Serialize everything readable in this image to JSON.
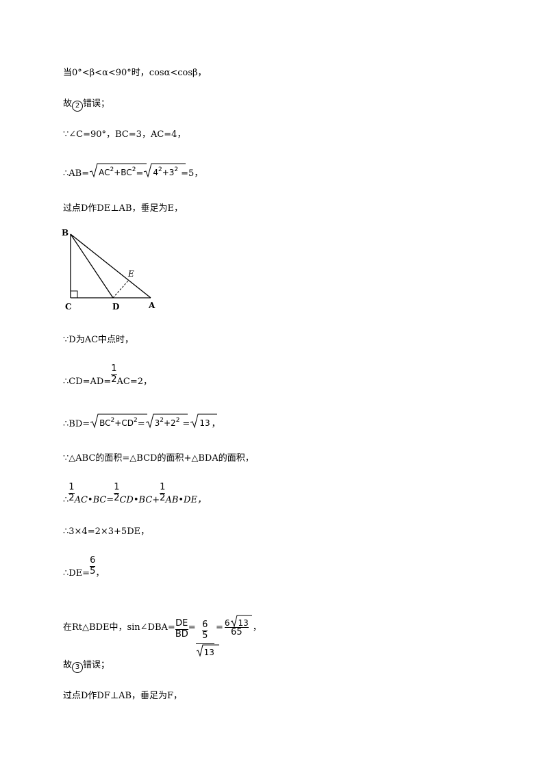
{
  "lines": {
    "l1": "当0°<β<α<90°时，cosα<cosβ，",
    "l2_pre": "故",
    "l2_num": "2",
    "l2_post": "错误；",
    "l3": "∵∠C=90°，BC=3，AC=4，",
    "l4_pre": "∴AB=",
    "l4_rad1": "AC",
    "l4_plus1": "+BC",
    "l4_rad2a": "4",
    "l4_rad2b": "+3",
    "l4_post": "=5，",
    "l5": "过点D作DE⊥AB，垂足为E，",
    "l6": "∵D为AC中点时，",
    "l7_pre": "∴CD=AD=",
    "l7_num": "1",
    "l7_den": "2",
    "l7_post": "AC=2，",
    "l8_pre": "∴BD=",
    "l8_rad1a": "BC",
    "l8_rad1b": "+CD",
    "l8_rad2a": "3",
    "l8_rad2b": "+2",
    "l8_rad3": "13",
    "l8_post": "，",
    "l9": "∵△ABC的面积=△BCD的面积+△BDA的面积，",
    "l10_pre": "∴",
    "l10_a": "AC•BC=",
    "l10_b": "CD•BC+",
    "l10_c": "AB•DE，",
    "l11": "∴3×4=2×3+5DE，",
    "l12_pre": "∴DE=",
    "l12_num": "6",
    "l12_den": "5",
    "l12_post": "，",
    "l13_pre": "在Rt△BDE中，sin∠DBA=",
    "l13_f1n": "DE",
    "l13_f1d": "BD",
    "l13_f2n": "6",
    "l13_f2d": "5",
    "l13_rad": "13",
    "l13_f3n_a": "6",
    "l13_f3n_rad": "13",
    "l13_f3d": "65",
    "l13_post": "，",
    "l14_pre": "故",
    "l14_num": "3",
    "l14_post": "错误；",
    "l15": "过点D作DF⊥AB，垂足为F，"
  },
  "figure": {
    "labels": {
      "B": "B",
      "E": "E",
      "C": "C",
      "D": "D",
      "A": "A"
    }
  },
  "math_common": {
    "half_num": "1",
    "half_den": "2",
    "sq": "2"
  }
}
